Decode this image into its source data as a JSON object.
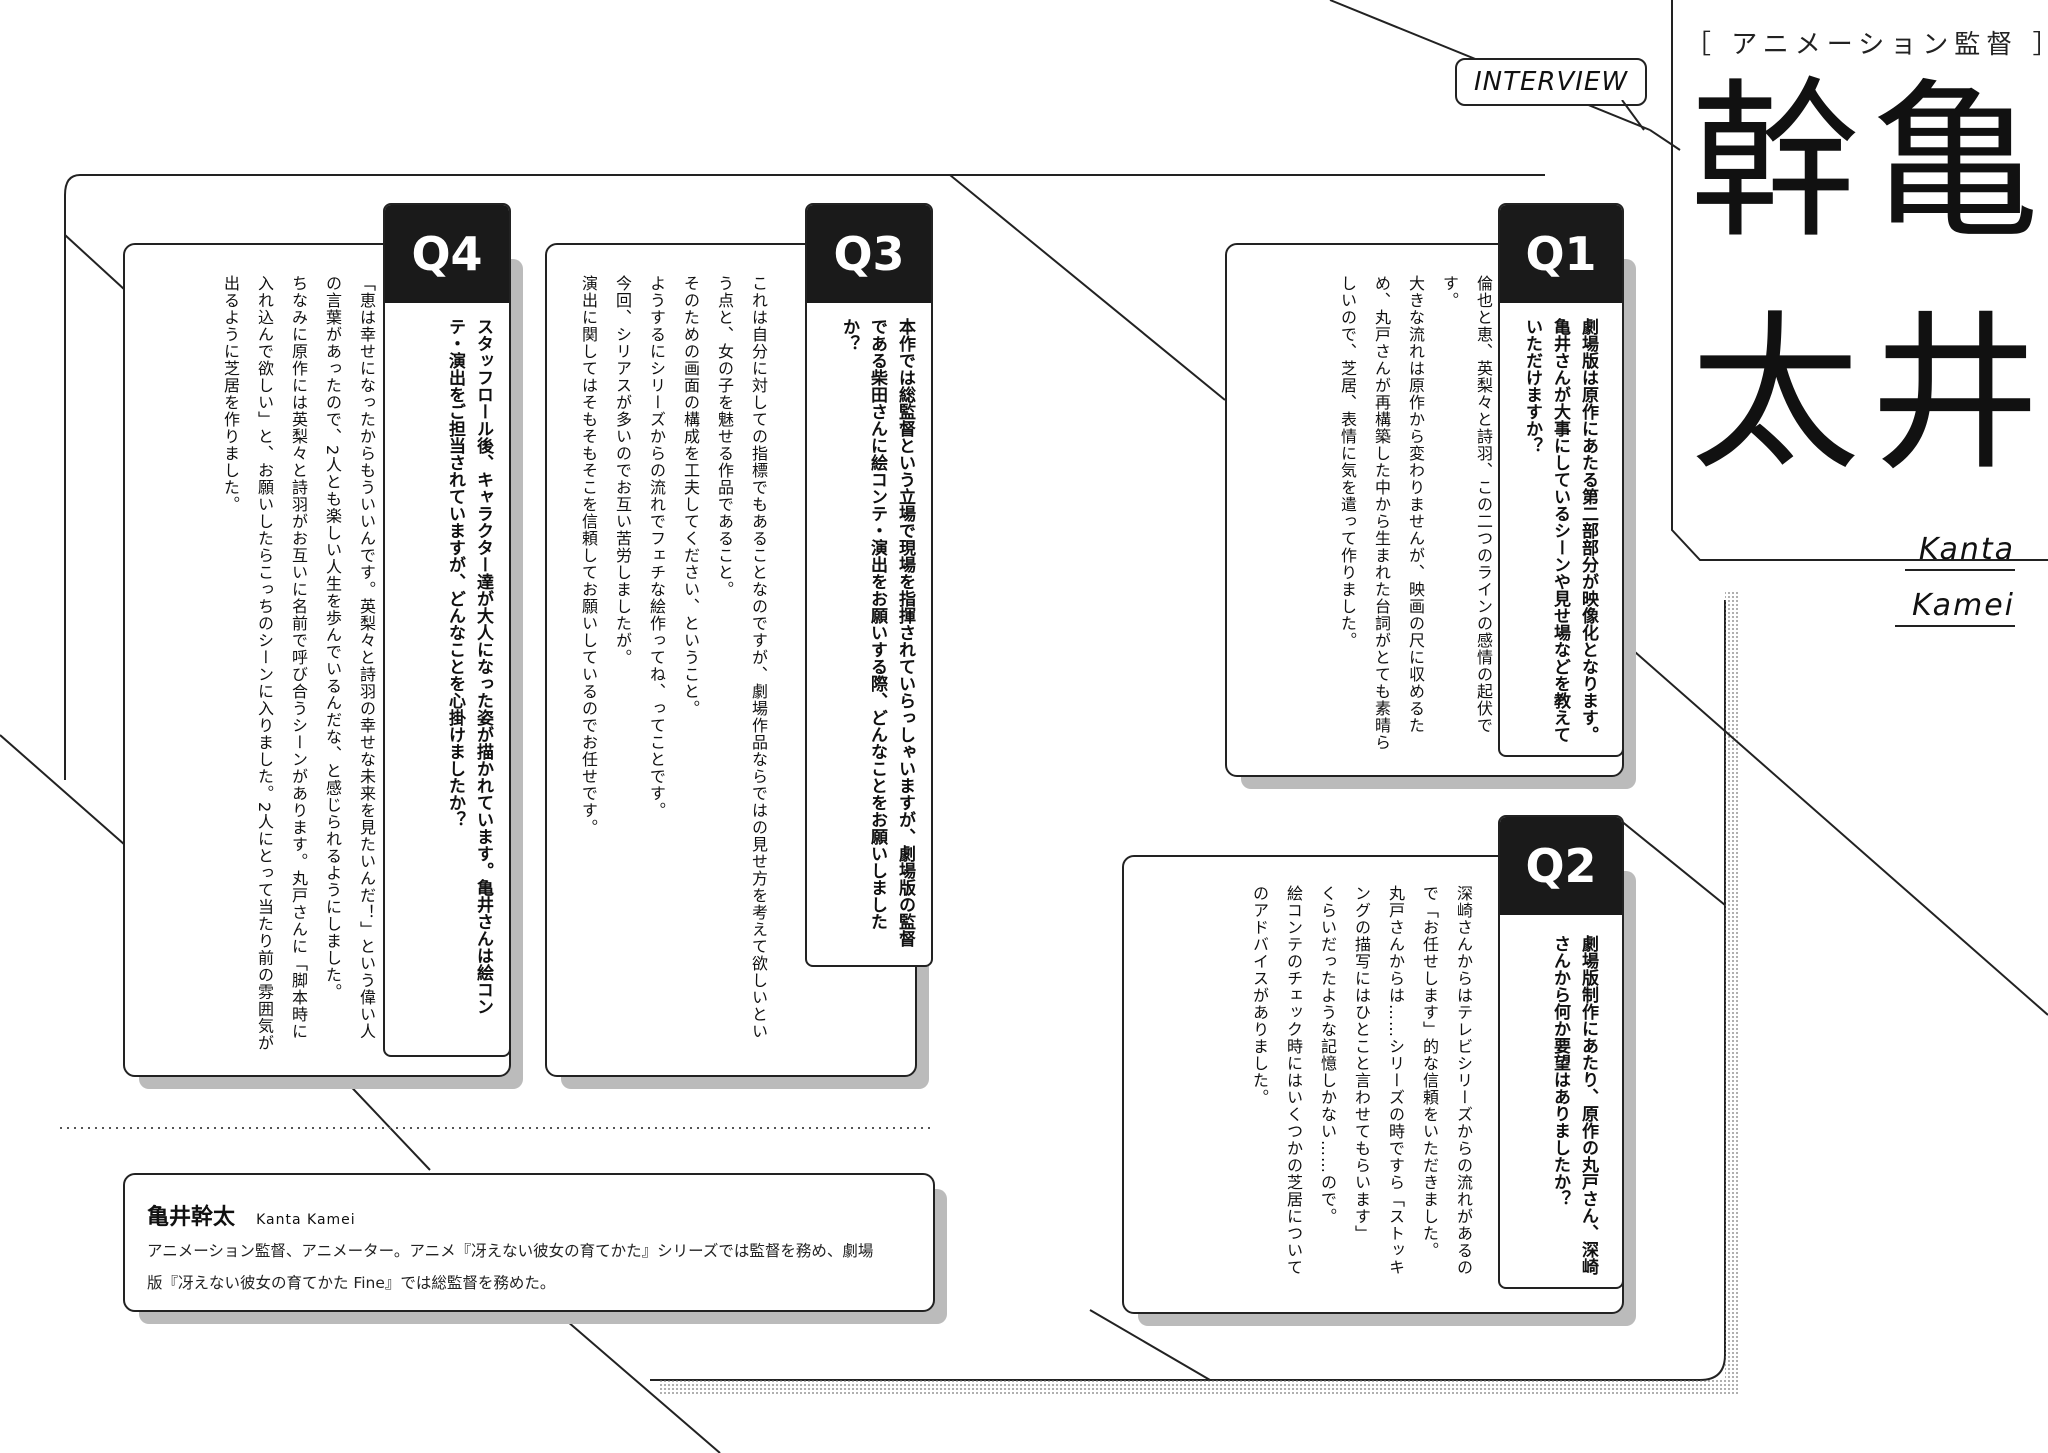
{
  "header": {
    "role": "［ アニメーション監督 ］",
    "interview_label": "INTERVIEW",
    "name_chars": [
      "亀",
      "井",
      "幹",
      "太"
    ],
    "romaji_first": "Kanta",
    "romaji_last": "Kamei"
  },
  "questions": [
    {
      "label": "Q1",
      "question": "劇場版は原作にあたる第二部部分が映像化となります。亀井さんが大事にしているシーンや見せ場などを教えていただけますか？",
      "answer": "倫也と恵、英梨々と詩羽、この二つのラインの感情の起伏です。\n大きな流れは原作から変わりませんが、映画の尺に収めるため、丸戸さんが再構築した中から生まれた台詞がとても素晴らしいので、芝居、表情に気を遣って作りました。"
    },
    {
      "label": "Q2",
      "question": "劇場版制作にあたり、原作の丸戸さん、深崎さんから何か要望はありましたか？",
      "answer": "深崎さんからはテレビシリーズからの流れがあるので「お任せします」的な信頼をいただきました。\n丸戸さんからは……シリーズの時ですら「ストッキングの描写にはひとこと言わせてもらいます」\nくらいだったような記憶しかない……ので。\n絵コンテのチェック時にはいくつかの芝居についてのアドバイスがありました。"
    },
    {
      "label": "Q3",
      "question": "本作では総監督という立場で現場を指揮されていらっしゃいますが、劇場版の監督である柴田さんに絵コンテ・演出をお願いする際、どんなことをお願いしましたか？",
      "answer": "これは自分に対しての指標でもあることなのですが、劇場作品ならではの見せ方を考えて欲しいという点と、女の子を魅せる作品であること。\nそのための画面の構成を工夫してください、ということ。\nようするにシリーズからの流れでフェチな絵作ってね、ってことです。\n今回、シリアスが多いのでお互い苦労しましたが。\n演出に関してはそもそもそこを信頼してお願いしているのでお任せです。"
    },
    {
      "label": "Q4",
      "question": "スタッフロール後、キャラクター達が大人になった姿が描かれています。亀井さんは絵コンテ・演出をご担当されていますが、どんなことを心掛けましたか？",
      "answer": "「恵は幸せになったからもういいんです。英梨々と詩羽の幸せな未来を見たいんだ！」という偉い人の言葉があったので、2人とも楽しい人生を歩んでいるんだな、と感じられるようにしました。\nちなみに原作には英梨々と詩羽がお互いに名前で呼び合うシーンがあります。丸戸さんに「脚本時に入れ込んで欲しい」と、お願いしたらこっちのシーンに入りました。2人にとって当たり前の雰囲気が出るように芝居を作りました。"
    }
  ],
  "profile": {
    "name": "亀井幹太",
    "name_romaji": "Kanta Kamei",
    "bio_line1": "アニメーション監督、アニメーター。アニメ『冴えない彼女の育てかた』シリーズでは監督を務め、劇場",
    "bio_line2": "版『冴えない彼女の育てかた Fine』では総監督を務めた。"
  }
}
